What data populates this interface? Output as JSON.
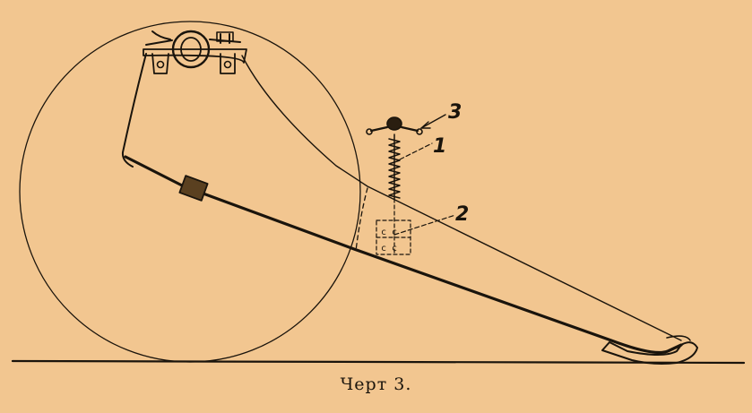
{
  "figure": {
    "caption": "Черт 3.",
    "labels": {
      "spring": "1",
      "guide": "2",
      "nut": "3"
    }
  }
}
